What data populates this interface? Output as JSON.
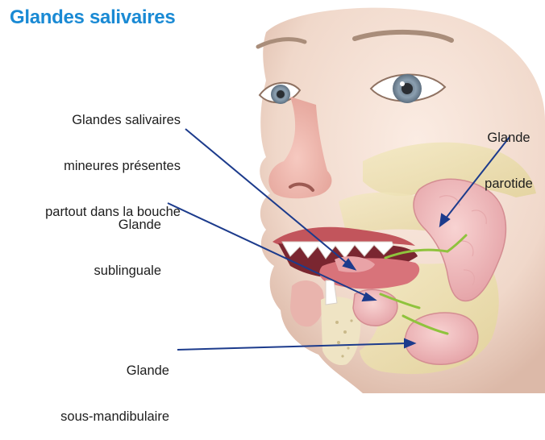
{
  "title": "Glandes salivaires",
  "labels": {
    "minor": [
      "Glandes salivaires",
      "mineures présentes",
      "partout dans la bouche"
    ],
    "sublingual": [
      "Glande",
      "sublinguale"
    ],
    "submandibular": [
      "Glande",
      "sous-mandibulaire"
    ],
    "parotid": [
      "Glande",
      "parotide"
    ]
  },
  "colors": {
    "title": "#1a8ad4",
    "leader": "#1c3b8c",
    "skin": "#f2ddd0",
    "bone": "#ece1b0",
    "gland": "#f0b9bc",
    "lip": "#c2555c",
    "duct": "#8fc33d"
  }
}
